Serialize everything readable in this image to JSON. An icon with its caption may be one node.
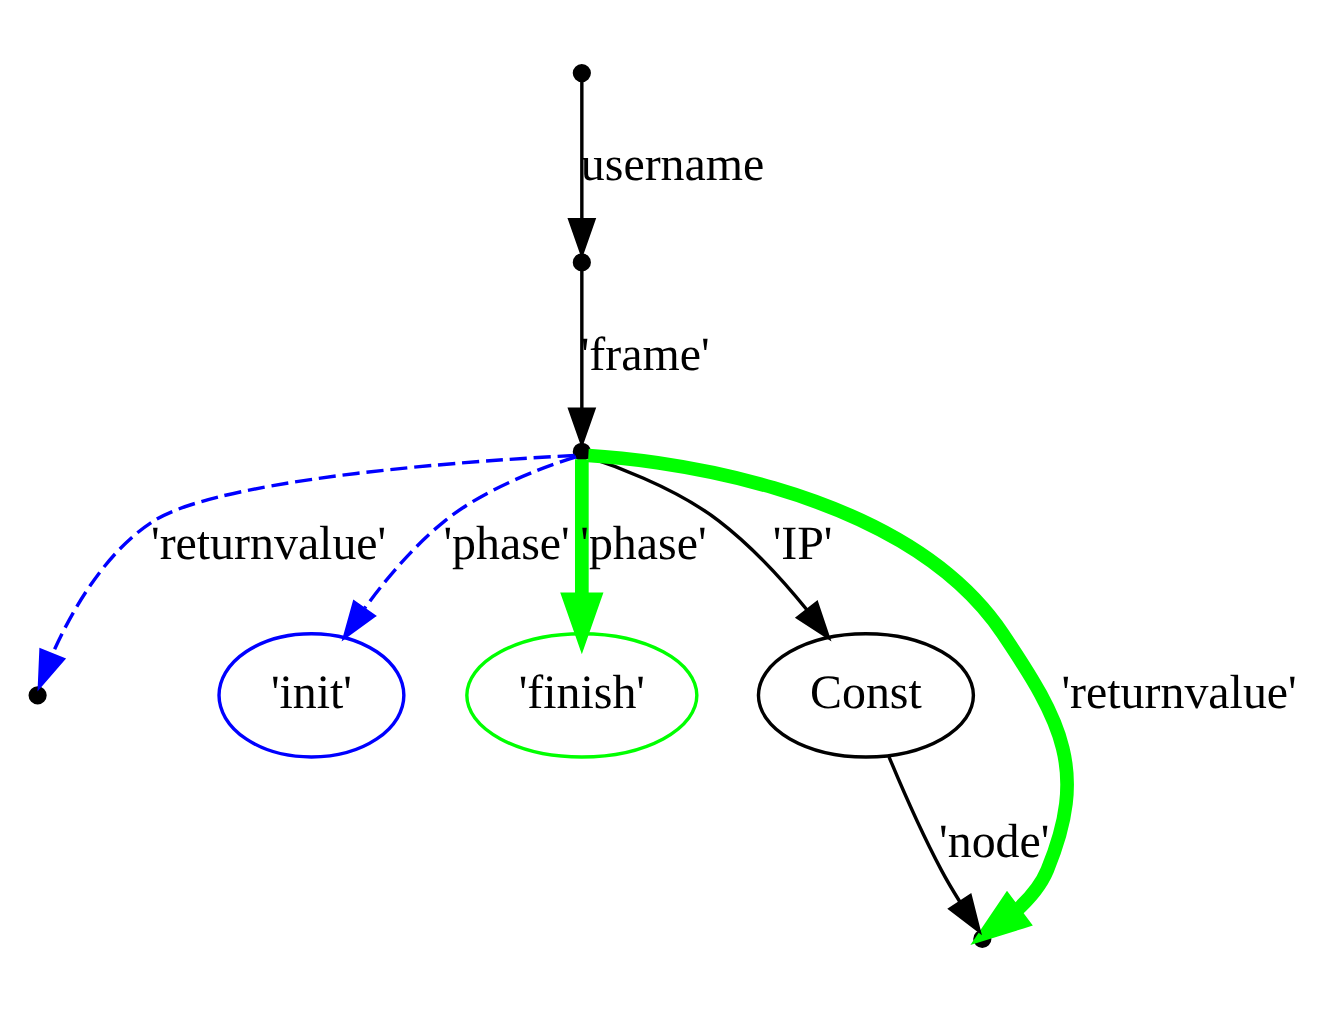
{
  "diagram": {
    "nodes": [
      {
        "text": [],
        "shape": "dot"
      },
      {
        "text": [],
        "shape": "dot"
      },
      {
        "text": [],
        "shape": "dot"
      },
      {
        "text": [],
        "shape": "dot"
      },
      {
        "text": [
          "'init'"
        ]
      },
      {
        "text": [
          "'finish'"
        ]
      },
      {
        "text": [
          "Const"
        ]
      },
      {
        "text": [],
        "shape": "dot"
      }
    ],
    "edges": [
      {
        "from": 0,
        "to": 1,
        "arrow": "to",
        "label": "username"
      },
      {
        "from": 1,
        "to": 2,
        "arrow": "to",
        "label": "'frame'"
      },
      {
        "from": 2,
        "to": 3,
        "arrow": "to",
        "label": "'returnvalue'",
        "style": "dashed",
        "color": "#0000ff"
      },
      {
        "from": 2,
        "to": 4,
        "arrow": "to",
        "label": "'phase'",
        "style": "dashed",
        "color": "#0000ff"
      },
      {
        "from": 2,
        "to": 5,
        "arrow": "to",
        "label": "'phase'",
        "style": "thick",
        "color": "#00ff00"
      },
      {
        "from": 2,
        "to": 6,
        "arrow": "to",
        "label": "'IP'"
      },
      {
        "from": 2,
        "to": 7,
        "arrow": "to",
        "label": "'returnvalue'",
        "style": "thick",
        "color": "#00ff00"
      },
      {
        "from": 6,
        "to": 7,
        "arrow": "to",
        "label": "'node'"
      }
    ]
  }
}
